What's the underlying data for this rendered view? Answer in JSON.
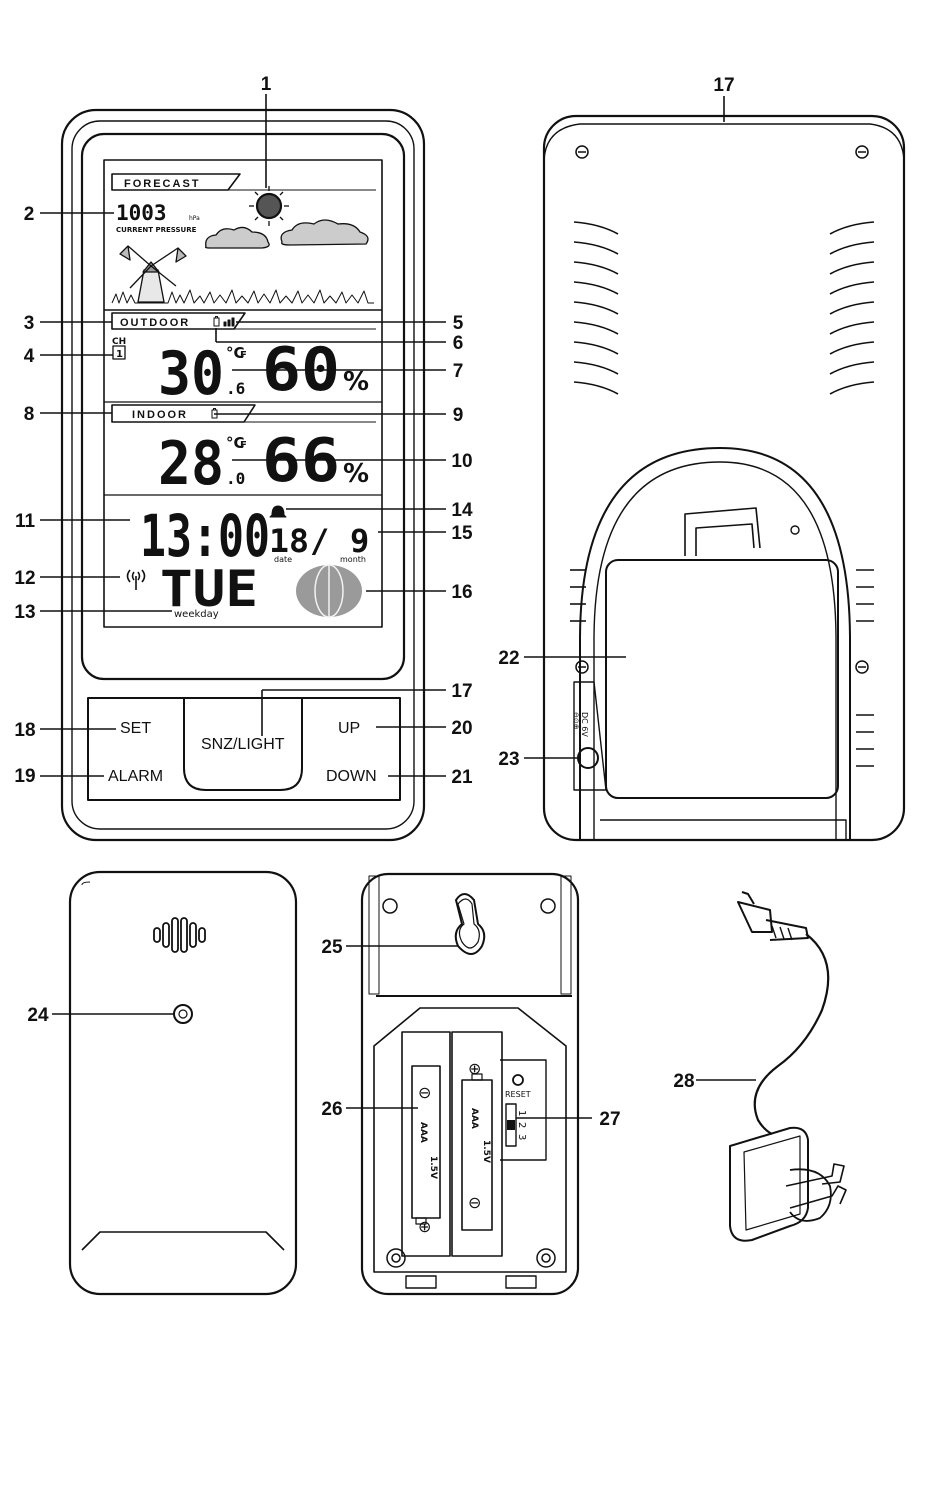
{
  "station_front": {
    "forecast_label": "FORECAST",
    "pressure_value": "1003",
    "pressure_unit": "hPa",
    "pressure_caption": "CURRENT PRESSURE",
    "outdoor_label": "OUTDOOR",
    "channel_label": "CH",
    "channel_value": "1",
    "outdoor_temp": "30",
    "outdoor_temp_decimal": ".6",
    "outdoor_humidity": "60",
    "indoor_label": "INDOOR",
    "indoor_temp": "28",
    "indoor_temp_decimal": ".0",
    "indoor_humidity": "66",
    "temp_unit_c": "°C",
    "temp_unit_f": "F",
    "humidity_unit": "%",
    "time": "13:00",
    "date_value": "18",
    "date_caption": "date",
    "date_separator": "/",
    "month_value": "9",
    "month_caption": "month",
    "weekday_value": "TUE",
    "weekday_caption": "weekday",
    "buttons": {
      "set": "SET",
      "snz_light": "SNZ/LIGHT",
      "up": "UP",
      "alarm": "ALARM",
      "down": "DOWN"
    }
  },
  "station_back": {
    "dc_jack_label": "DC 6V",
    "dc_jack_symbol": "⊖⊙⊕"
  },
  "sensor_inside": {
    "reset_label": "RESET",
    "switch_positions": [
      "1",
      "2",
      "3"
    ],
    "battery_type": "AAA",
    "battery_voltage": "1.5V",
    "plus_symbol": "⊕",
    "minus_symbol": "⊖"
  },
  "callouts": [
    "1",
    "2",
    "3",
    "4",
    "5",
    "6",
    "7",
    "8",
    "9",
    "10",
    "11",
    "12",
    "13",
    "14",
    "15",
    "16",
    "17",
    "18",
    "19",
    "20",
    "21",
    "22",
    "23",
    "24",
    "25",
    "26",
    "27",
    "28"
  ]
}
